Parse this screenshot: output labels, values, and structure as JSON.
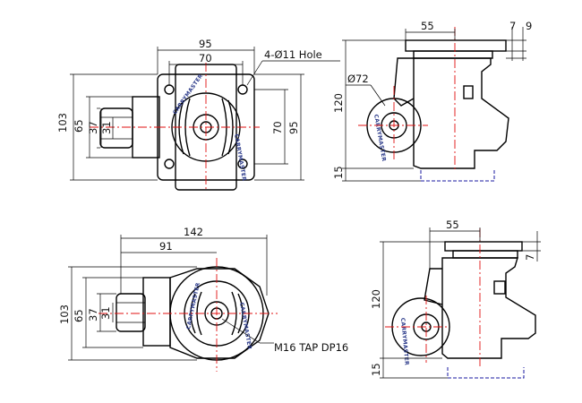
{
  "dimensions": {
    "top_left_width_outer": "95",
    "top_left_width_inner": "70",
    "hole_note": "4-Ø11 Hole",
    "top_left_h_total": "103",
    "top_left_h_65": "65",
    "top_left_h_37": "37",
    "top_left_h_31": "31",
    "top_left_right_70": "70",
    "top_left_right_95": "95",
    "top_right_55": "55",
    "top_right_7": "7",
    "top_right_9": "9",
    "top_right_dia": "Ø72",
    "top_right_120": "120",
    "top_right_15": "15",
    "bottom_left_142": "142",
    "bottom_left_91": "91",
    "bottom_left_103": "103",
    "bottom_left_65": "65",
    "bottom_left_37": "37",
    "bottom_left_31": "31",
    "tap_note": "M16 TAP DP16",
    "bottom_right_55": "55",
    "bottom_right_7": "7",
    "bottom_right_120": "120",
    "bottom_right_15": "15"
  },
  "brand": {
    "name": "CARRYMASTER"
  }
}
